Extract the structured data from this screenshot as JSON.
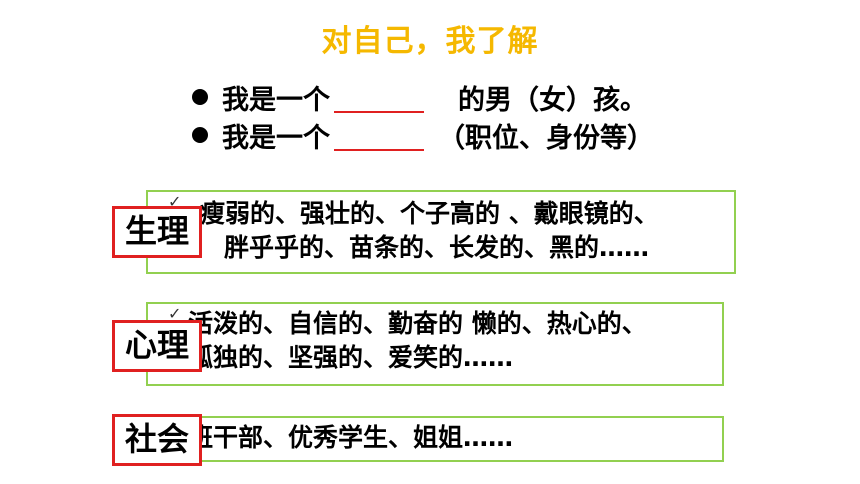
{
  "title": "对自己，我了解",
  "bullets": [
    {
      "prefix": "我是一个",
      "suffix": "的男（女）孩。"
    },
    {
      "prefix": "我是一个",
      "suffix": "（职位、身份等）"
    }
  ],
  "sections": [
    {
      "label": "生理",
      "line1": "瘦弱的、强壮的、个子高的  、戴眼镜的、",
      "line2": "胖乎乎的、苗条的、长发的、黑的……"
    },
    {
      "label": "心理",
      "line1": "活泼的、自信的、勤奋的    懒的、热心的、",
      "line2": "孤独的、坚强的、爱笑的……"
    },
    {
      "label": "社会",
      "line1": "班干部、优秀学生、姐姐……"
    }
  ]
}
